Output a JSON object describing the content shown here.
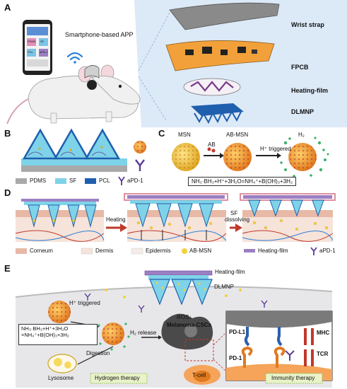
{
  "panels": {
    "a": {
      "label": "A",
      "app_label": "Smartphone-based APP",
      "layers": [
        "Wrist strap",
        "FPCB",
        "Heating-film",
        "DLMNP"
      ],
      "phone_labels": [
        "PDMS",
        "SF",
        "PCL",
        "aPD-1"
      ]
    },
    "b": {
      "label": "B",
      "legend": [
        "PDMS",
        "SF",
        "PCL",
        "aPD-1"
      ]
    },
    "c": {
      "label": "C",
      "msn": "MSN",
      "ab": "AB",
      "ab_msn": "AB-MSN",
      "trigger": "H⁺ triggered",
      "h2": "H₂",
      "equation": "NH₃·BH₃+H⁺+3H₂O=NH₄⁺+B(OH)₃+3H₂"
    },
    "d": {
      "label": "D",
      "heating": "Heating",
      "sf_dissolving_1": "SF",
      "sf_dissolving_2": "dissolving",
      "legend": [
        "Corneum",
        "Dermis",
        "Epidermis",
        "AB-MSN",
        "Heating-film",
        "aPD-1"
      ]
    },
    "e": {
      "label": "E",
      "heating_film": "Heating-film",
      "dlmnp": "DLMNP",
      "trigger": "H⁺ triggered",
      "eq1": "NH₃·BH₃+H⁺+3H₂O",
      "eq2": "=NH₄⁺+B(OH)₃+3H₂",
      "ros": "ROS↓",
      "csc": "Melanoma-CSCs",
      "h2_release": "H₂ release",
      "digestion": "Digestion",
      "lysosome": "Lysosome",
      "tcell": "T-cell",
      "pdl1": "PD-L1",
      "pd1": "PD-1",
      "mhc": "MHC",
      "tcr": "TCR",
      "hydrogen_therapy": "Hydrogen therapy",
      "immunity_therapy": "Immunity therapy"
    }
  },
  "colors": {
    "panel_a_bg": "#dce9f7",
    "sf_cyan": "#7fd3e8",
    "pcl_blue": "#1f5fae",
    "pdms_gray": "#a9a9a9",
    "msn_yellow": "#f2c23a",
    "msn_core": "#e07a1f",
    "h2_green": "#3db36b",
    "heating_film": "#9b7fc2",
    "corneum": "#e7b9a6",
    "dermis": "#f6e3da",
    "aPD1_purple": "#5b3a96",
    "therapy_box": "#e9f2c9"
  }
}
